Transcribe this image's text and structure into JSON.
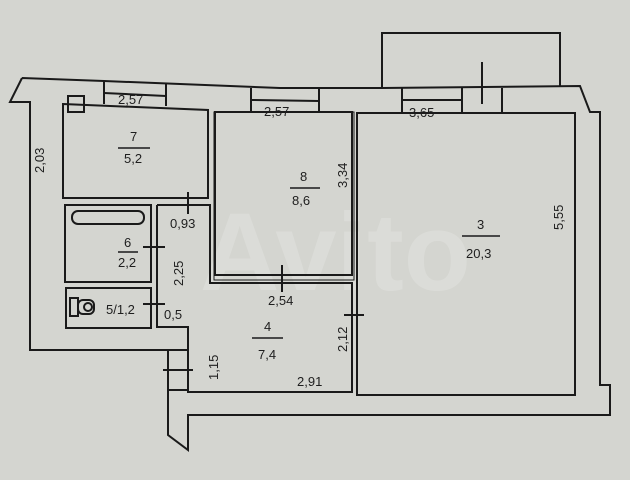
{
  "watermark": "Avito",
  "rooms": {
    "kitchen": {
      "number": "7",
      "area": "5,2",
      "width": "2,57",
      "depth": "2,03"
    },
    "room8": {
      "number": "8",
      "area": "8,6",
      "width": "2,57",
      "depth": "3,34"
    },
    "room3": {
      "number": "3",
      "area": "20,3",
      "width": "3,65",
      "depth": "5,55"
    },
    "bathroom": {
      "number": "6",
      "area": "2,2"
    },
    "toilet": {
      "label": "5/1,2"
    },
    "hall": {
      "number": "4",
      "area": "7,4",
      "width_top": "2,54",
      "depth": "2,12",
      "width_bottom": "2,91"
    },
    "corridor": {
      "width": "0,93",
      "length": "2,25",
      "gap": "0,5",
      "entry": "1,15"
    }
  }
}
